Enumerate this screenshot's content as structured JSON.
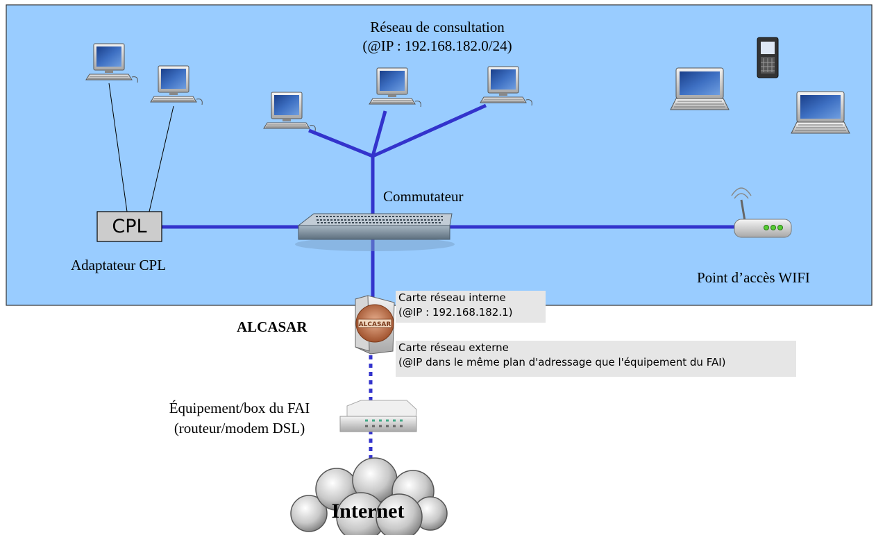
{
  "network": {
    "title": "Réseau de consultation",
    "subnet": "(@IP : 192.168.182.0/24)"
  },
  "switch": {
    "label": "Commutateur"
  },
  "cpl": {
    "box_text": "CPL",
    "label": "Adaptateur CPL"
  },
  "wifi": {
    "label": "Point d’accès WIFI"
  },
  "alcasar": {
    "label": "ALCASAR",
    "badge": "ALCASAR",
    "nic_internal_title": "Carte réseau interne",
    "nic_internal_ip": "(@IP : 192.168.182.1)",
    "nic_external_title": "Carte réseau externe",
    "nic_external_ip": "(@IP dans le même plan d'adressage que l'équipement du FAI)"
  },
  "isp": {
    "line1": "Équipement/box du FAI",
    "line2": "(routeur/modem DSL)"
  },
  "internet": {
    "label": "Internet"
  },
  "colors": {
    "lan_background": "#99ccff",
    "cable": "#3333cc",
    "label_box": "#e6e6e6"
  }
}
